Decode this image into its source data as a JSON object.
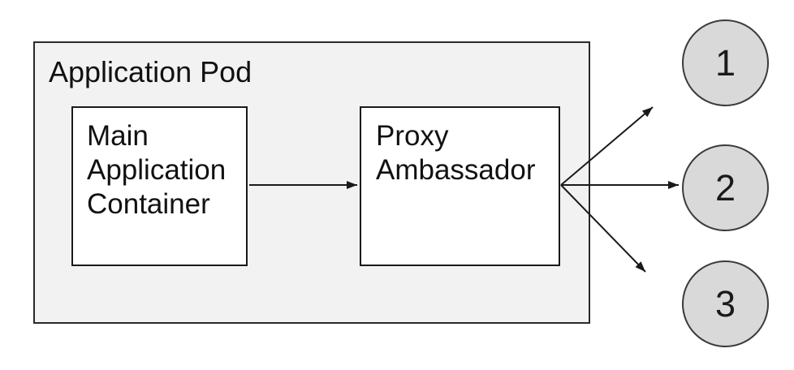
{
  "pod": {
    "label": "Application Pod"
  },
  "nodes": {
    "main": {
      "label": "Main Application Container"
    },
    "proxy": {
      "label": "Proxy Ambassador"
    }
  },
  "endpoints": [
    {
      "label": "1"
    },
    {
      "label": "2"
    },
    {
      "label": "3"
    }
  ],
  "edges": [
    {
      "from": "main-application-container",
      "to": "proxy-ambassador"
    },
    {
      "from": "proxy-ambassador",
      "to": "endpoint-1"
    },
    {
      "from": "proxy-ambassador",
      "to": "endpoint-2"
    },
    {
      "from": "proxy-ambassador",
      "to": "endpoint-3"
    }
  ],
  "colors": {
    "pod_fill": "#f2f2f2",
    "node_fill": "#ffffff",
    "endpoint_fill": "#d9d9d9",
    "stroke": "#1a1a1a"
  }
}
